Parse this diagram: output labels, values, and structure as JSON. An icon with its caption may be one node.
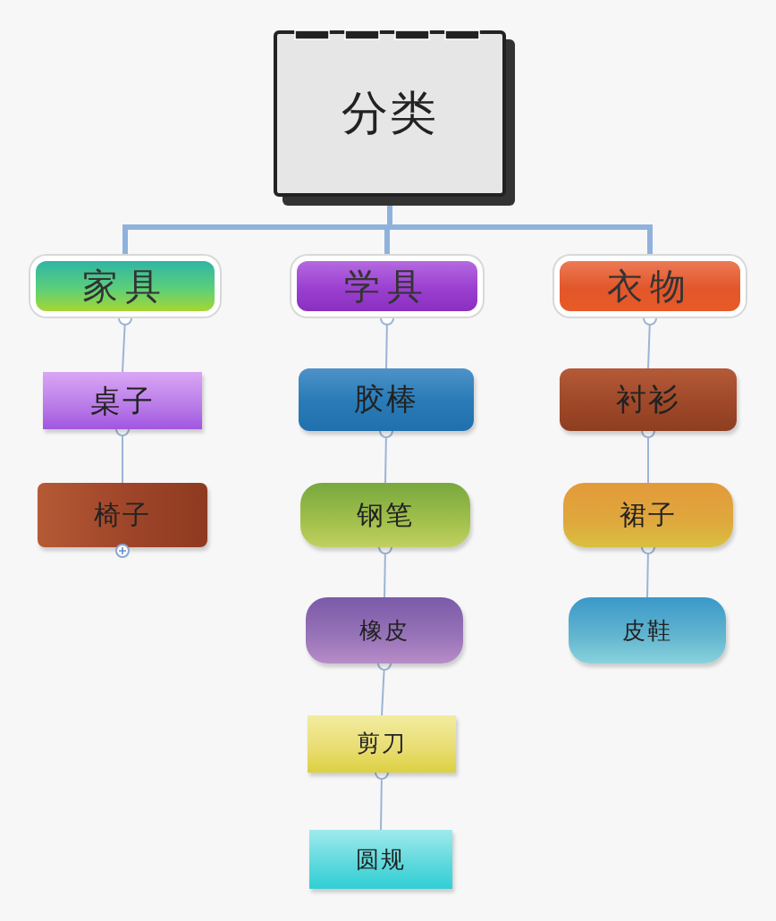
{
  "diagram": {
    "nodes": [
      {
        "text": [
          "分类"
        ]
      },
      {
        "text": [
          "家具"
        ]
      },
      {
        "text": [
          "学具"
        ]
      },
      {
        "text": [
          "衣物"
        ]
      },
      {
        "text": [
          "桌子"
        ]
      },
      {
        "text": [
          "椅子"
        ]
      },
      {
        "text": [
          "胶棒"
        ]
      },
      {
        "text": [
          "钢笔"
        ]
      },
      {
        "text": [
          "橡皮"
        ]
      },
      {
        "text": [
          "剪刀"
        ]
      },
      {
        "text": [
          "圆规"
        ]
      },
      {
        "text": [
          "衬衫"
        ]
      },
      {
        "text": [
          "裙子"
        ]
      },
      {
        "text": [
          "皮鞋"
        ]
      }
    ],
    "edges": [
      {
        "from": 0,
        "to": 1,
        "arrow": "none",
        "style": "thick"
      },
      {
        "from": 0,
        "to": 2,
        "arrow": "none",
        "style": "thick"
      },
      {
        "from": 0,
        "to": 3,
        "arrow": "none",
        "style": "thick"
      },
      {
        "from": 1,
        "to": 4,
        "arrow": "other"
      },
      {
        "from": 4,
        "to": 5,
        "arrow": "other"
      },
      {
        "from": 2,
        "to": 6,
        "arrow": "other"
      },
      {
        "from": 6,
        "to": 7,
        "arrow": "other"
      },
      {
        "from": 7,
        "to": 8,
        "arrow": "other"
      },
      {
        "from": 8,
        "to": 9,
        "arrow": "other"
      },
      {
        "from": 9,
        "to": 10,
        "arrow": "other"
      },
      {
        "from": 3,
        "to": 11,
        "arrow": "other"
      },
      {
        "from": 11,
        "to": 12,
        "arrow": "other"
      },
      {
        "from": 12,
        "to": 13,
        "arrow": "other"
      }
    ]
  }
}
